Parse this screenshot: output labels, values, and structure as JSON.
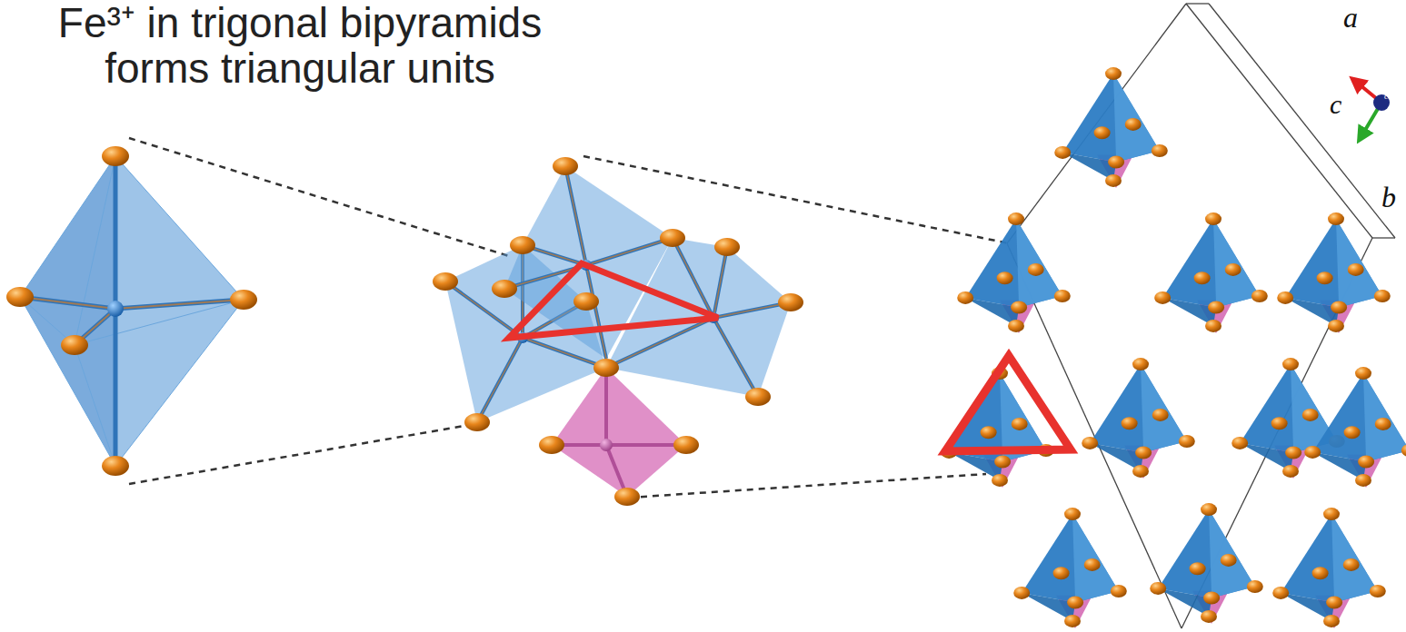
{
  "diagram": {
    "title": "Fe³⁺ in trigonal bipyramids forms triangular units",
    "labels": [
      "a",
      "c",
      "c",
      "b"
    ]
  }
}
